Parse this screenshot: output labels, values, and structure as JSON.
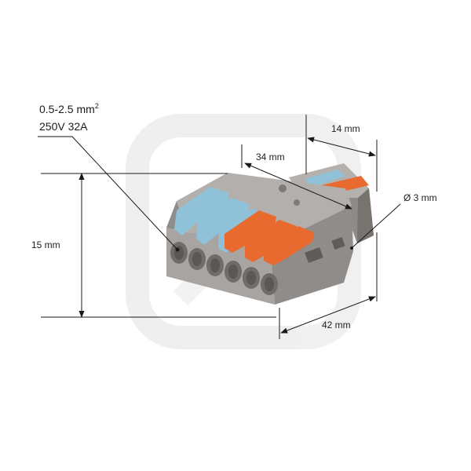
{
  "specs": {
    "line1_prefix": "0.5-2.5 mm",
    "line1_superscript": "2",
    "line2": "250V 32A"
  },
  "dimensions": {
    "height": "15 mm",
    "length_top": "34 mm",
    "width_top": "14 mm",
    "diameter": "Ø 3 mm",
    "length_bottom": "42 mm"
  },
  "colors": {
    "housing": "#a29f9c",
    "housing_shadow": "#7d7a77",
    "lever_blue": "#8fc2d8",
    "lever_orange": "#e86a2e",
    "watermark": "#ececec"
  }
}
